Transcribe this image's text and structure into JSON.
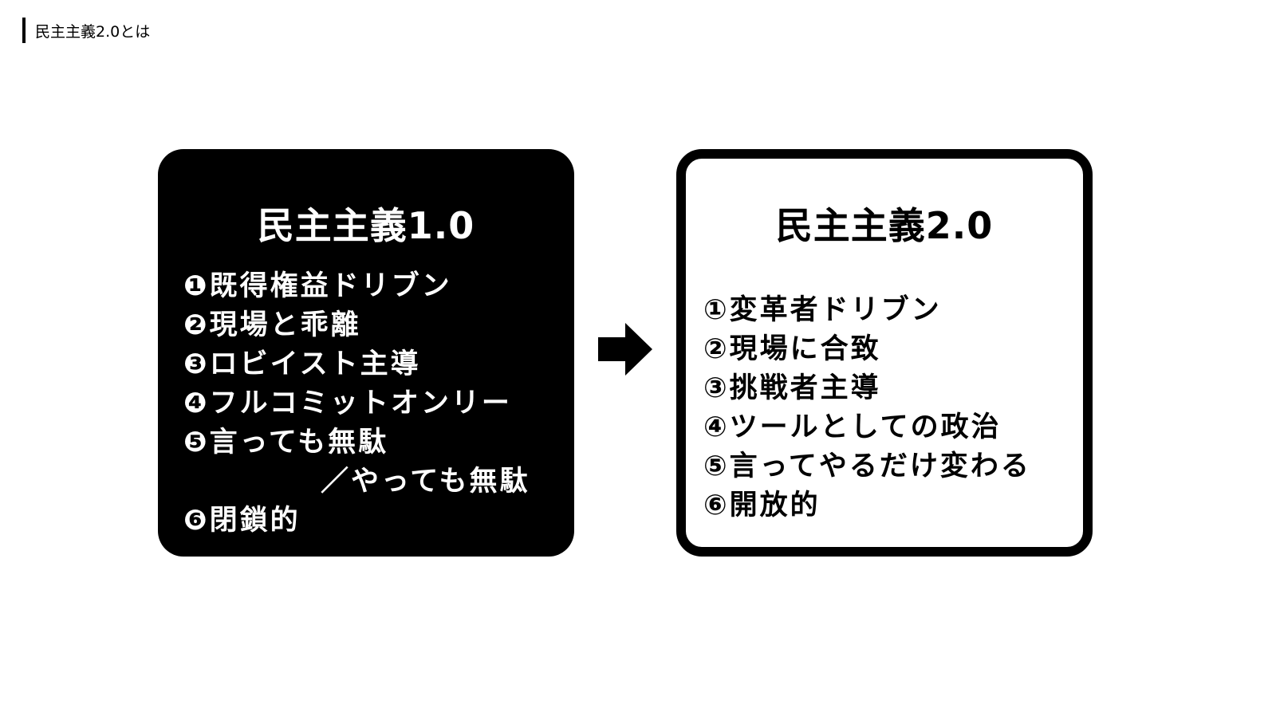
{
  "header": {
    "title": "民主主義2.0とは"
  },
  "left_box": {
    "title": "民主主義1.0",
    "items": [
      "❶既得権益ドリブン",
      "❷現場と乖離",
      "❸ロビイスト主導",
      "❹フルコミットオンリー",
      "❺言っても無駄",
      "／やっても無駄",
      "❻閉鎖的"
    ]
  },
  "right_box": {
    "title": "民主主義2.0",
    "items": [
      "①変革者ドリブン",
      "②現場に合致",
      "③挑戦者主導",
      "④ツールとしての政治",
      "⑤言ってやるだけ変わる",
      "⑥開放的"
    ]
  },
  "colors": {
    "primary": "#000000",
    "background": "#ffffff"
  }
}
